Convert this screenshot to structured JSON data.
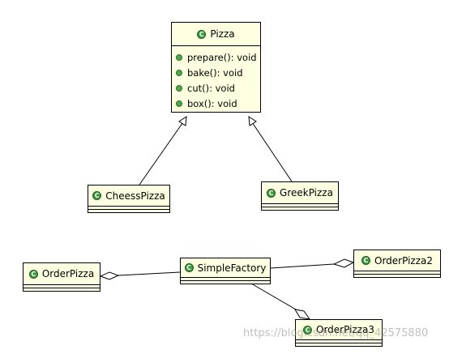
{
  "classes": {
    "pizza": {
      "name": "Pizza",
      "methods": [
        "prepare(): void",
        "bake(): void",
        "cut(): void",
        "box(): void"
      ]
    },
    "cheess_pizza": {
      "name": "CheessPizza"
    },
    "greek_pizza": {
      "name": "GreekPizza"
    },
    "order_pizza": {
      "name": "OrderPizza"
    },
    "simple_factory": {
      "name": "SimpleFactory"
    },
    "order_pizza2": {
      "name": "OrderPizza2"
    },
    "order_pizza3": {
      "name": "OrderPizza3"
    }
  },
  "relations": [
    {
      "type": "generalization",
      "from": "CheessPizza",
      "to": "Pizza"
    },
    {
      "type": "generalization",
      "from": "GreekPizza",
      "to": "Pizza"
    },
    {
      "type": "aggregation",
      "whole": "OrderPizza",
      "part": "SimpleFactory"
    },
    {
      "type": "aggregation",
      "whole": "OrderPizza2",
      "part": "SimpleFactory"
    },
    {
      "type": "aggregation",
      "whole": "OrderPizza3",
      "part": "SimpleFactory"
    }
  ],
  "watermark": "https://blog.csdn.net/qq_42575880",
  "colors": {
    "class_fill": "#ffffe1",
    "class_icon": "#3c9a3c",
    "line": "#000000"
  }
}
